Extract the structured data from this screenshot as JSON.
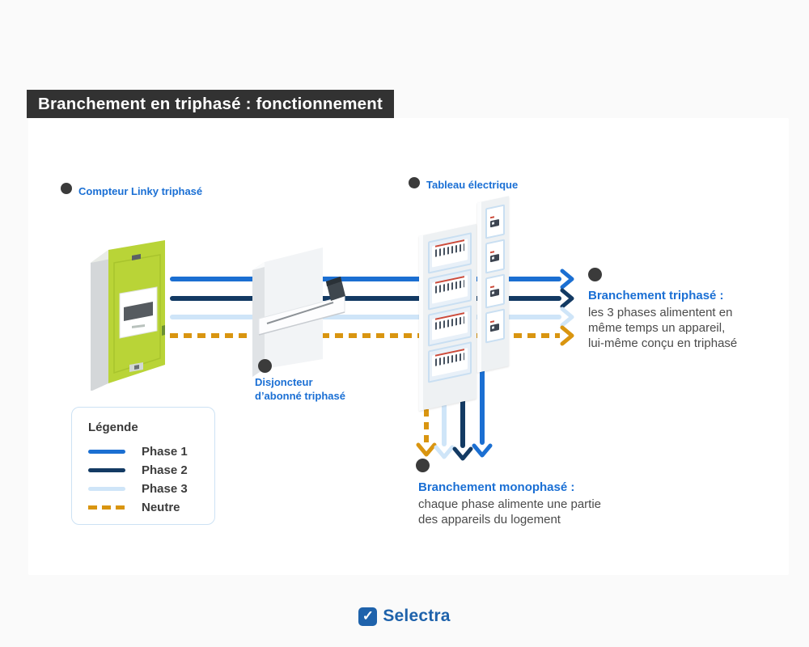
{
  "title": {
    "text": "Branchement en triphasé : fonctionnement",
    "bg": "#323232",
    "color": "#ffffff"
  },
  "diagram": {
    "meter_label": "Compteur Linky triphasé",
    "panel_label": "Tableau électrique",
    "breaker_label_line1": "Disjoncteur",
    "breaker_label_line2": "d’abonné triphasé",
    "triphase": {
      "title": "Branchement triphasé :",
      "line1": "les 3 phases alimentent en",
      "line2": "même temps un appareil,",
      "line3": "lui-même conçu en triphasé"
    },
    "monophase": {
      "title": "Branchement monophasé :",
      "line1": "chaque phase alimente une partie",
      "line2": "des appareils du logement"
    }
  },
  "legend": {
    "title": "Légende",
    "items": [
      {
        "label": "Phase 1",
        "color": "#1b6fd2",
        "style": "solid"
      },
      {
        "label": "Phase 2",
        "color": "#133a63",
        "style": "solid"
      },
      {
        "label": "Phase 3",
        "color": "#cfe5f8",
        "style": "solid"
      },
      {
        "label": "Neutre",
        "color": "#d99510",
        "style": "dashed"
      }
    ]
  },
  "colors": {
    "background": "#fafafa",
    "card": "#ffffff",
    "banner": "#323232",
    "label_blue": "#1a6fd4",
    "body_text": "#4b4b4b",
    "meter_green": "#b9d437",
    "brand_blue": "#1e62ab"
  },
  "footer": {
    "brand": "Selectra"
  }
}
